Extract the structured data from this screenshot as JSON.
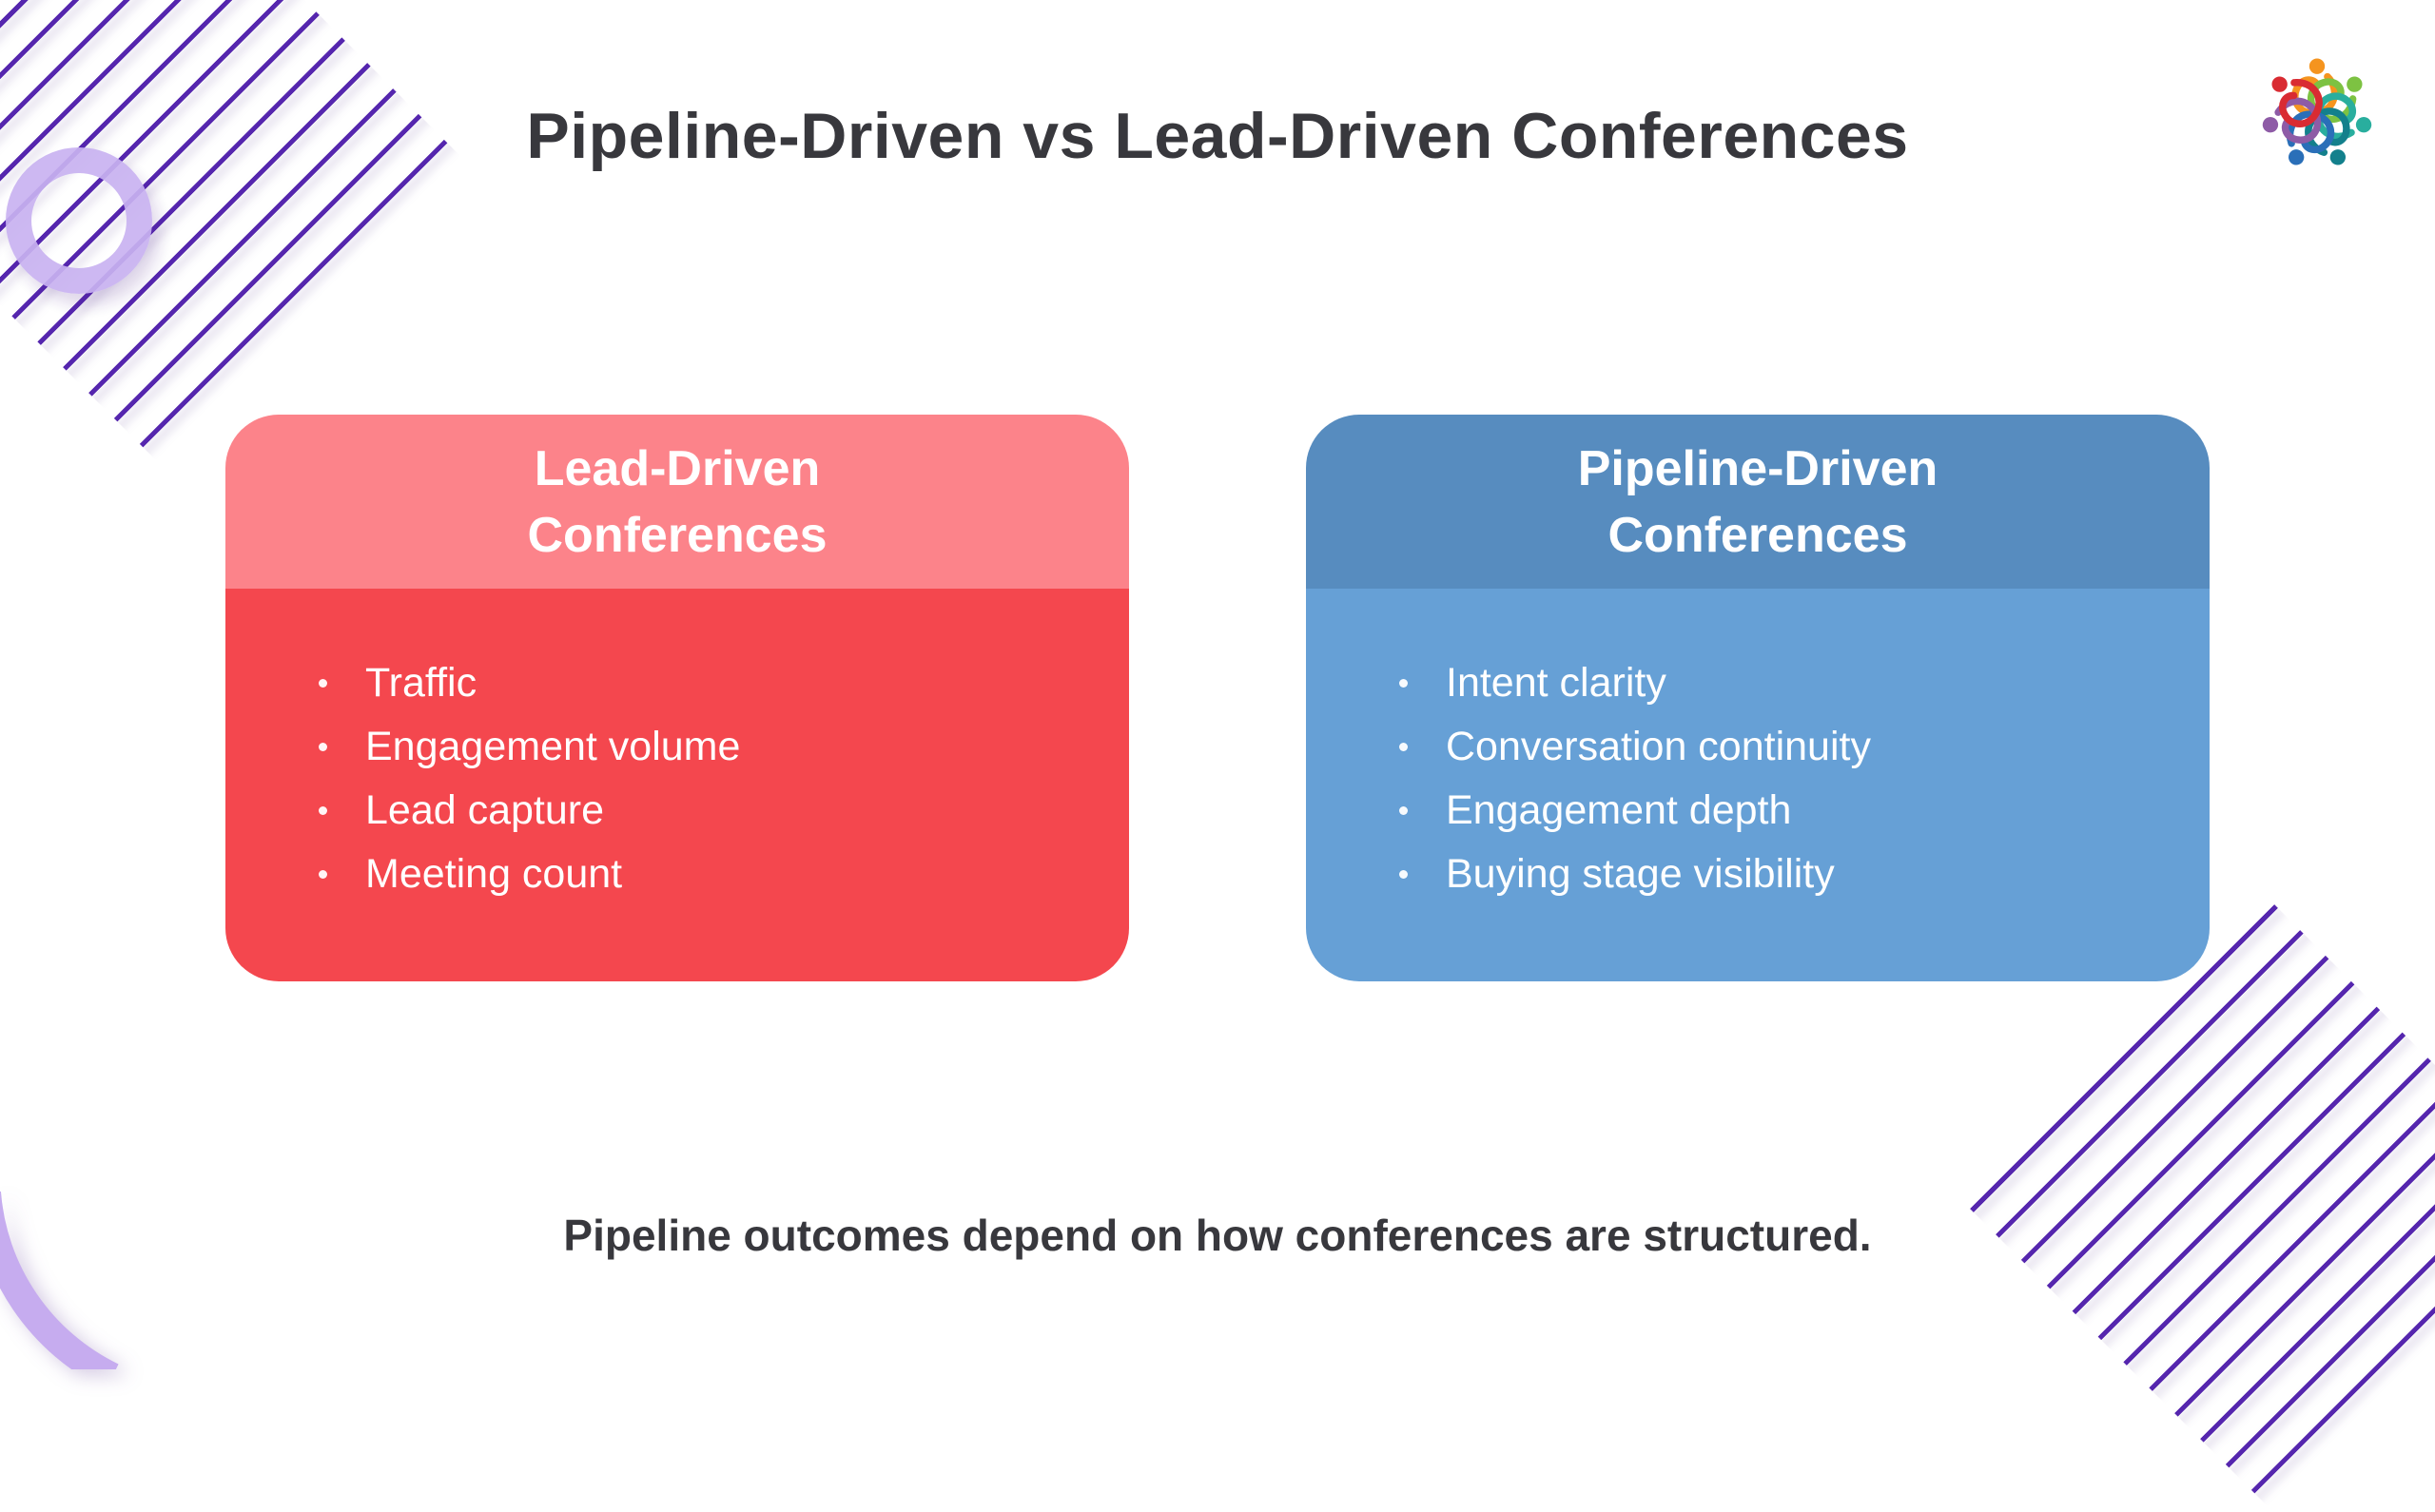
{
  "page": {
    "title": "Pipeline-Driven vs Lead-Driven Conferences",
    "caption": "Pipeline outcomes depend on how conferences are structured."
  },
  "cards": [
    {
      "id": "lead-driven",
      "title": "Lead-Driven Conferences",
      "title_lines": [
        "Lead-Driven",
        "Conferences"
      ],
      "items": [
        "Traffic",
        "Engagement volume",
        "Lead capture",
        "Meeting count"
      ],
      "header_color": "#FC838A",
      "body_color": "#F4474E"
    },
    {
      "id": "pipeline-driven",
      "title": "Pipeline-Driven Conferences",
      "title_lines": [
        "Pipeline-Driven",
        "Conferences"
      ],
      "items": [
        "Intent clarity",
        "Conversation continuity",
        "Engagement depth",
        "Buying stage visibility"
      ],
      "header_color": "#578CBF",
      "body_color": "#66A0D6"
    }
  ],
  "decor": {
    "stripe_color": "#5526AE",
    "ring_color": "#C9B3F1",
    "title_color": "#38383D",
    "logo_colors": [
      "#F5941F",
      "#7DC242",
      "#29AE9E",
      "#13808C",
      "#2A6FB8",
      "#8E5BA6",
      "#D92B32"
    ]
  }
}
